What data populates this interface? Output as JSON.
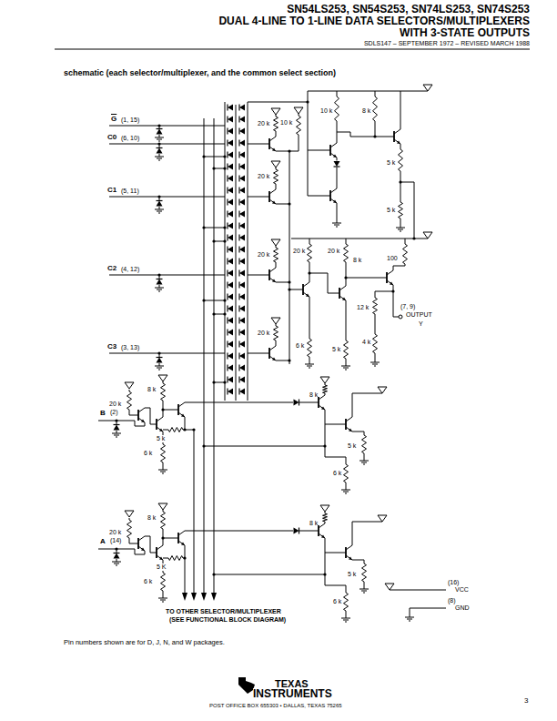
{
  "diagram": {
    "title": "SN54LS253, SN54S253, SN74LS253, SN74S253",
    "labels": [
      "DUAL 4-LINE TO 1-LINE DATA SELECTORS/MULTIPLEXERS",
      "WITH 3-STATE OUTPUTS",
      "SDLS147 – SEPTEMBER 1972 – REVISED MARCH 1988",
      "schematic (each selector/multiplexer, and the common select section)",
      "G",
      "(1, 15)",
      "C0",
      "(6, 10)",
      "20 k",
      "10 k",
      "10 k",
      "8 k",
      "5 k",
      "C1",
      "(5, 11)",
      "20 k",
      "5 k",
      "20 k",
      "20 k",
      "8 k",
      "100",
      "C2",
      "(4, 12)",
      "20 k",
      "12 k",
      "(7, 9)",
      "OUTPUT",
      "Y",
      "C3",
      "(3, 13)",
      "20 k",
      "6 k",
      "5 k",
      "4 k",
      "8 k",
      "20 k",
      "B",
      "(2)",
      "5 k",
      "6 k",
      "8 k",
      "5 k",
      "6 k",
      "8 k",
      "20 k",
      "A",
      "(14)",
      "5 K",
      "6 k",
      "8 k",
      "5 k",
      "6 k",
      "(16)",
      "VCC",
      "(8)",
      "GND",
      "TO OTHER SELECTOR/MULTIPLEXER",
      "(SEE FUNCTIONAL BLOCK DIAGRAM)",
      "Pin numbers shown are for D, J, N, and W packages.",
      "TEXAS",
      "INSTRUMENTS",
      "POST OFFICE BOX 655303 • DALLAS, TEXAS 75265",
      "3"
    ]
  }
}
